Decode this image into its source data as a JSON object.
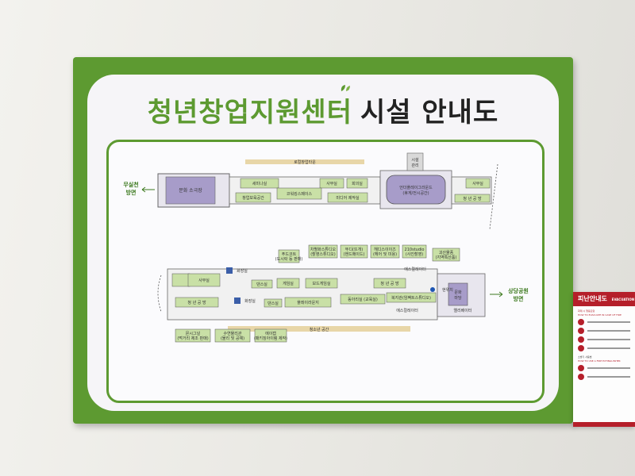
{
  "board": {
    "title_green": "청년창업지원센터",
    "title_black": "시설 안내도"
  },
  "upper": {
    "top_band": "로컬창업타운",
    "left_direction": [
      "무실천",
      "방면"
    ],
    "rooms": {
      "culture_hall": "문화 소극장",
      "seminar": "세미나실",
      "office1": "사무실",
      "meeting": "회의실",
      "media": "미디어 제작실",
      "coworking": "코워킹스페이스",
      "startup_space": "창업보육공간",
      "center": "언더플레이그라운드",
      "center_sub": "(휴게/전시공간)",
      "office2": "사무실",
      "youth_office": "청 년 공 방",
      "small": "시설",
      "small2": "관리"
    }
  },
  "lower": {
    "bottom_band": "청소년 공간",
    "right_direction": [
      "상당공원",
      "방면"
    ],
    "shops": [
      {
        "name": "푸드코트",
        "sub": "(도시락 등 판매)"
      },
      {
        "name": "차별화스튜디오",
        "sub": "(촬영스튜디오)"
      },
      {
        "name": "뚜디(뜨개)",
        "sub": "(핸드메이드)"
      },
      {
        "name": "헤디스이이즈",
        "sub": "(헤어 및 미용)"
      },
      {
        "name": "210studio",
        "sub": "(사진촬영)"
      },
      {
        "name": "괴산물풍",
        "sub": "(지역특산품)"
      }
    ],
    "rooms": {
      "office": "사무실",
      "dance1": "댄스실",
      "game": "게임실",
      "board_game": "보드게임실",
      "youth_workshop1": "청 년 공 방",
      "youth_workshop2": "청 년 공 방",
      "dance2": "댄스실",
      "play": "플레이라운지",
      "club": "동아리실 (교육실)",
      "wc_left": "화장실",
      "wc_right": "화장실",
      "complex": "복지관(임팩트스튜디오)",
      "elevator": "에스컬레이터",
      "elevator2": "에스컬레이터",
      "you_are_here": "현위치",
      "culture": "문화",
      "culture2": "마당",
      "exit": "엘리베이터"
    },
    "bottom_shops": [
      {
        "name": "몬시그널",
        "sub": "(먹거리 제조 판매)"
      },
      {
        "name": "수연물리관",
        "sub": "(물리 및 공예)"
      },
      {
        "name": "에이캡",
        "sub": "(패키징아이템 제작)"
      }
    ]
  },
  "evac_sign": {
    "title": "피난안내도",
    "subtitle": "EVACUATION",
    "line1": "화재 시 행동요령",
    "line2": "HOW TO EVACUATE IN CASE OF FIRE",
    "line3": "소방기 사용법",
    "line4": "HOW TO USE A FIRE EXTINGUISHER"
  },
  "colors": {
    "board_green": "#5d9a31",
    "room_green": "#c9e0a6",
    "corridor_tan": "#e8d6a8",
    "room_purple": "#a79cc9",
    "sign_red": "#b51f2a"
  }
}
